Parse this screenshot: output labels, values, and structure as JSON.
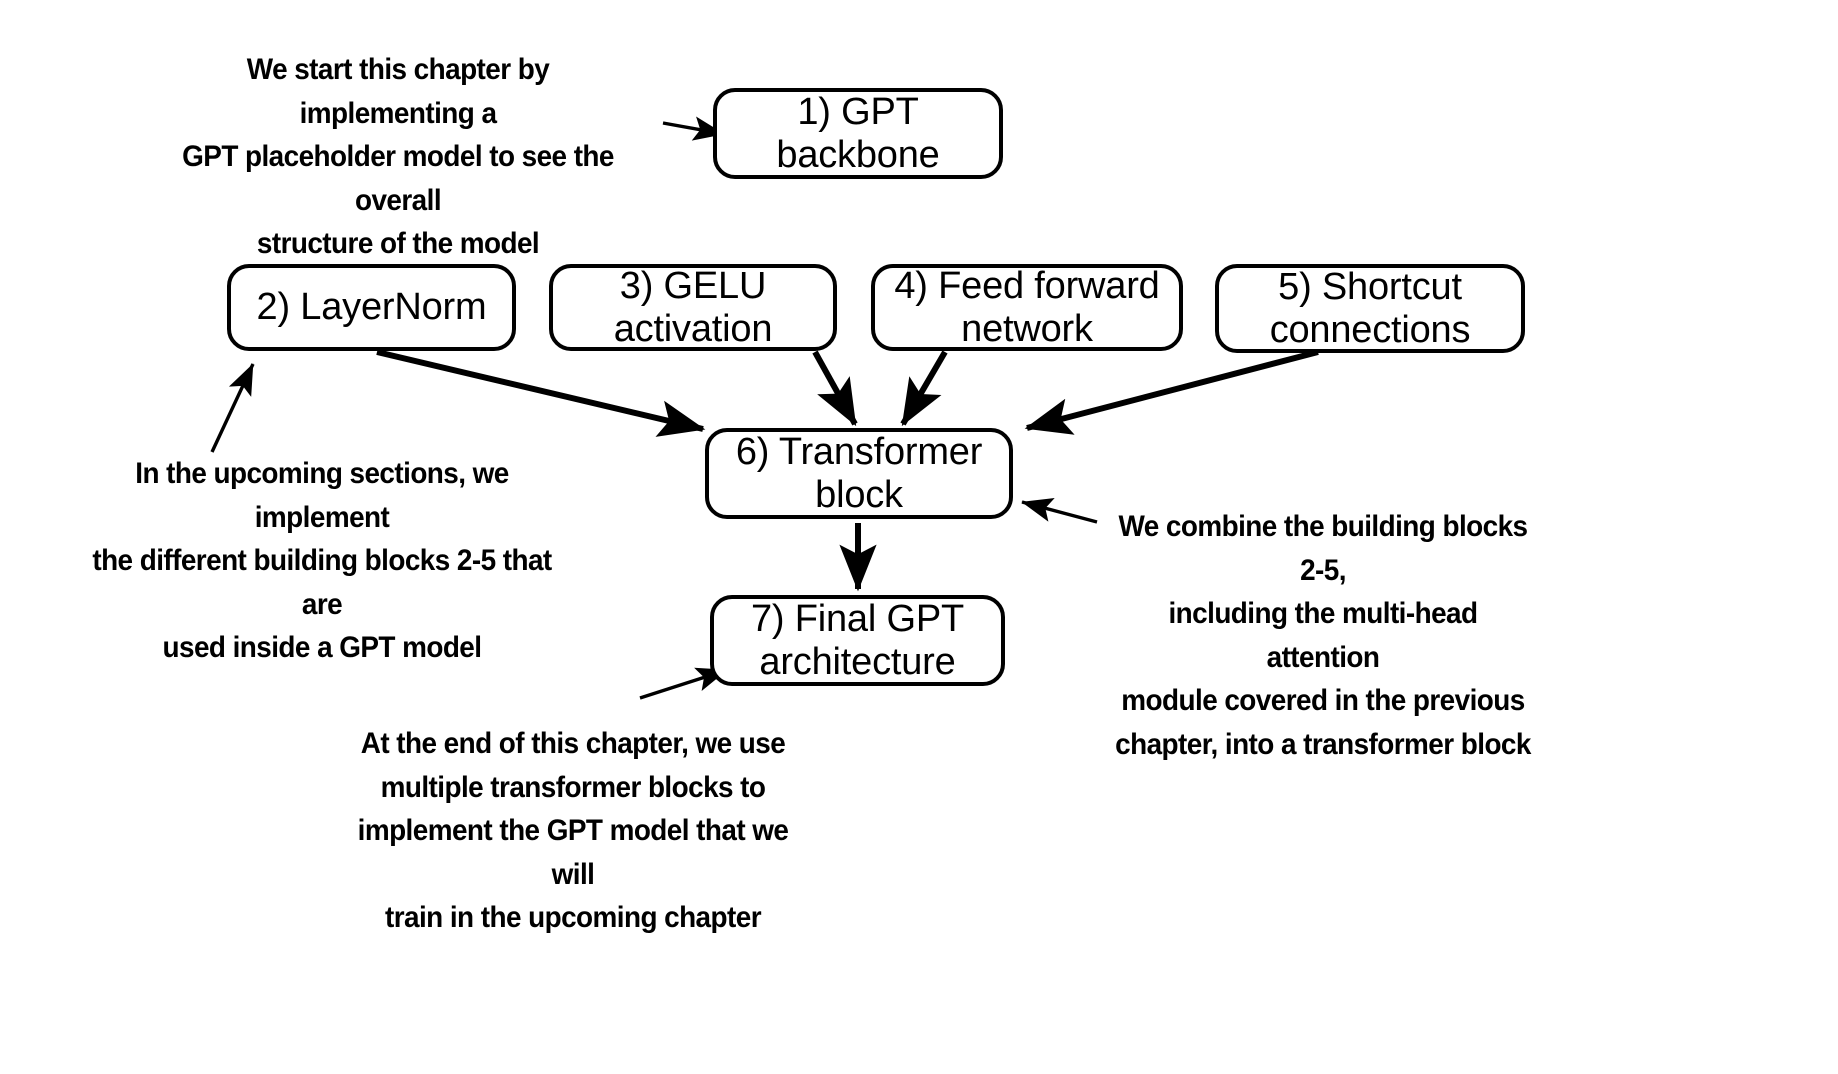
{
  "diagram": {
    "title": "GPT model implementation chapter roadmap",
    "background_color": "#ffffff",
    "stroke_color": "#000000",
    "nodes": [
      {
        "id": "gpt-backbone",
        "label": "1) GPT\nbackbone"
      },
      {
        "id": "layernorm",
        "label": "2) LayerNorm"
      },
      {
        "id": "gelu-activation",
        "label": "3) GELU\nactivation"
      },
      {
        "id": "feed-forward",
        "label": "4) Feed forward\nnetwork"
      },
      {
        "id": "shortcut-connections",
        "label": "5) Shortcut\nconnections"
      },
      {
        "id": "transformer-block",
        "label": "6) Transformer\nblock"
      },
      {
        "id": "final-gpt",
        "label": "7) Final GPT\narchitecture"
      }
    ],
    "annotations": [
      {
        "id": "annotation-intro",
        "text": "We start this chapter by implementing a\nGPT placeholder model to see the overall\nstructure of the model"
      },
      {
        "id": "annotation-building-blocks",
        "text": "In the upcoming sections, we implement\nthe different building blocks 2-5 that are\nused inside a GPT model"
      },
      {
        "id": "annotation-combine",
        "text": "We combine the building blocks 2-5,\nincluding the multi-head attention\nmodule covered in the previous\nchapter, into a transformer block"
      },
      {
        "id": "annotation-end-of-chapter",
        "text": "At the end of this chapter, we use\nmultiple transformer blocks to\nimplement the GPT model that we will\ntrain in the upcoming chapter"
      }
    ],
    "edges": [
      {
        "id": "edge-intro-to-backbone",
        "from": "annotation-intro",
        "to": "gpt-backbone"
      },
      {
        "id": "edge-layernorm-to-transformer",
        "from": "layernorm",
        "to": "transformer-block"
      },
      {
        "id": "edge-gelu-to-transformer",
        "from": "gelu-activation",
        "to": "transformer-block"
      },
      {
        "id": "edge-feedforward-to-transformer",
        "from": "feed-forward",
        "to": "transformer-block"
      },
      {
        "id": "edge-shortcut-to-transformer",
        "from": "shortcut-connections",
        "to": "transformer-block"
      },
      {
        "id": "edge-transformer-to-final",
        "from": "transformer-block",
        "to": "final-gpt"
      },
      {
        "id": "edge-blocks-note-to-layernorm",
        "from": "annotation-building-blocks",
        "to": "layernorm"
      },
      {
        "id": "edge-combine-note-to-transformer",
        "from": "annotation-combine",
        "to": "transformer-block"
      },
      {
        "id": "edge-end-note-to-final",
        "from": "annotation-end-of-chapter",
        "to": "final-gpt"
      }
    ]
  }
}
